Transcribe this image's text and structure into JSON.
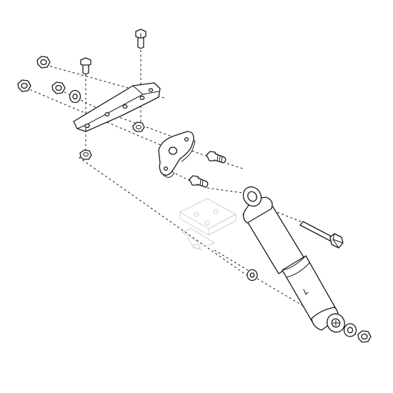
{
  "diagram": {
    "parts": [
      "top-bolt",
      "left-stud",
      "nut-upper-left",
      "nut-left",
      "nut-middle",
      "washer-left",
      "mounting-bracket",
      "bracket-lower-nut",
      "bracket-bottom-nut",
      "mounting-plate",
      "plate-bolt-upper",
      "plate-bolt-lower",
      "ghost-frame-assembly",
      "shock-absorber",
      "shock-eye-bolt",
      "lower-washer",
      "lower-washer-right",
      "lower-nut-right"
    ],
    "colors": {
      "line": "#1a1a1a",
      "ghost": "#d0d0d0",
      "background": "#ffffff"
    }
  }
}
